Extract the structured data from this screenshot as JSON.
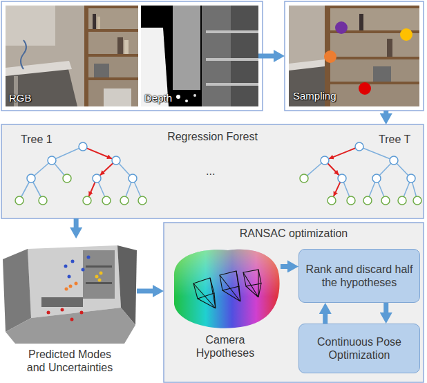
{
  "diagram": {
    "nodes": [
      {
        "text": [
          "RGB"
        ]
      },
      {
        "text": [
          "Depth"
        ]
      },
      {
        "text": [
          "Sampling"
        ]
      },
      {
        "text": [
          "Regression Forest",
          "Tree 1",
          "...",
          "Tree T"
        ]
      },
      {
        "text": [
          "Predicted Modes and Uncertainties"
        ]
      },
      {
        "text": [
          "RANSAC optimization"
        ]
      },
      {
        "text": [
          "Camera Hypotheses"
        ],
        "in": 5
      },
      {
        "text": [
          "Rank and discard half the hypotheses"
        ],
        "in": 5
      },
      {
        "text": [
          "Continuous Pose Optimization"
        ],
        "in": 5
      }
    ],
    "edges": [
      {
        "from": 1,
        "to": 2,
        "arrow": "to"
      },
      {
        "from": 2,
        "to": 3,
        "arrow": "to"
      },
      {
        "from": 3,
        "to": 4,
        "arrow": "to"
      },
      {
        "from": 4,
        "to": 5,
        "arrow": "to"
      },
      {
        "from": 6,
        "to": 7,
        "arrow": "to"
      },
      {
        "from": 7,
        "to": 8,
        "arrow": "to"
      },
      {
        "from": 8,
        "to": 7,
        "arrow": "to"
      }
    ]
  }
}
